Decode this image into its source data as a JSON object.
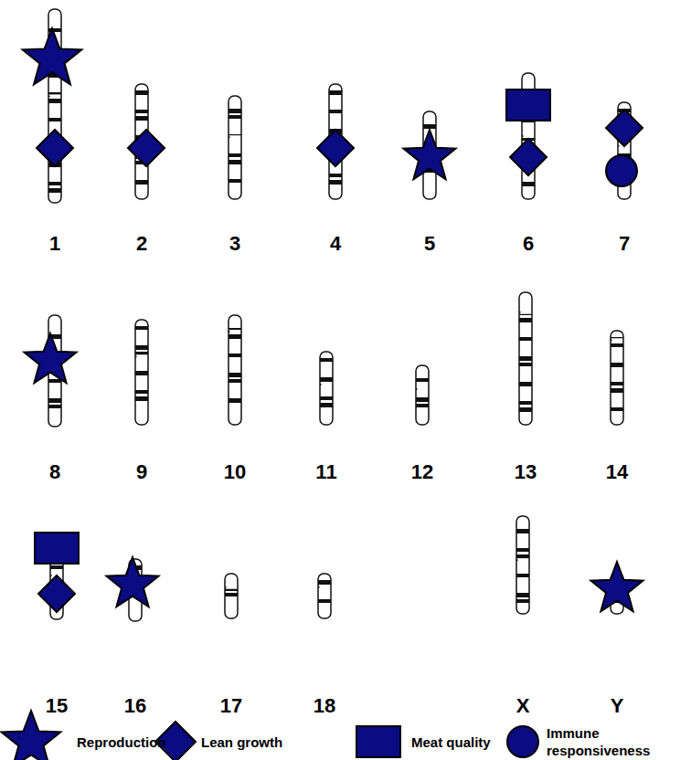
{
  "diagram": {
    "labels": [
      "1",
      "2",
      "3",
      "4",
      "5",
      "6",
      "7",
      "8",
      "9",
      "10",
      "11",
      "12",
      "13",
      "14",
      "15",
      "16",
      "17",
      "18",
      "X",
      "Y"
    ],
    "legend": [
      {
        "text": "Reproduction"
      },
      {
        "text": "Lean growth"
      },
      {
        "text": "Meat quality"
      },
      {
        "text": "Immune responsiveness"
      }
    ]
  }
}
